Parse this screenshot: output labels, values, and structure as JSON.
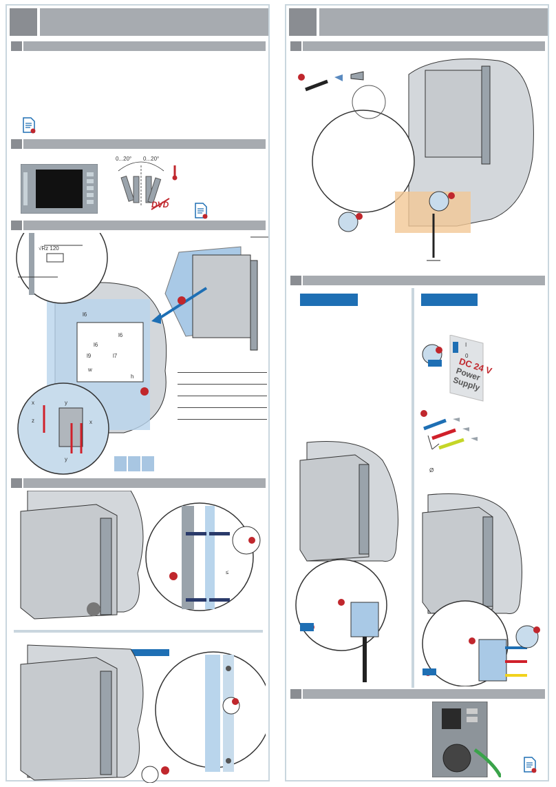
{
  "tilt": {
    "left": "0...20°",
    "right": "0...20°"
  },
  "dvd_logo": "DVD",
  "roughness": {
    "symbol": "√Rz 120"
  },
  "dims": [
    "l6",
    "l6",
    "l7",
    "l9",
    "w",
    "h",
    "l6"
  ],
  "axes": [
    "x",
    "y",
    "z",
    "y",
    "x"
  ],
  "psu": {
    "line1": "DC 24 V",
    "line2": "Power",
    "line3": "Supply",
    "switch_on": "I",
    "switch_off": "0"
  },
  "diameter_symbol": "Ø",
  "le_symbol": "≤",
  "colors": {
    "accent_blue": "#1e6fb4",
    "header_gray": "#a7abb0",
    "red": "#c0272d",
    "yellow": "#f2d21c"
  }
}
